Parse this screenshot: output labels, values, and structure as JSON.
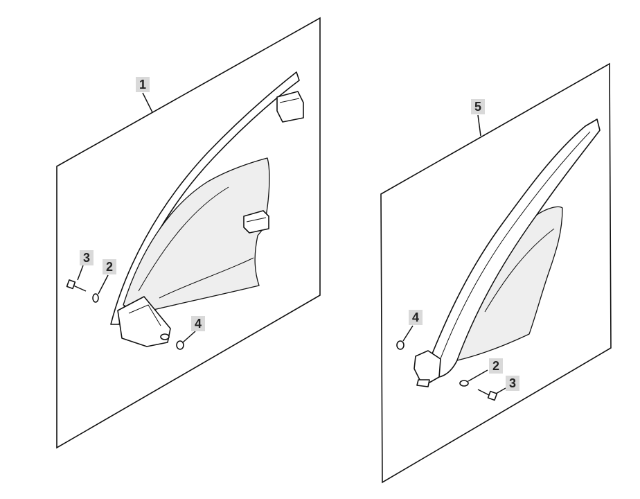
{
  "callouts": {
    "panel_left_part": "1",
    "panel_left_washer": "2",
    "panel_left_bolt": "3",
    "panel_left_nut": "4",
    "panel_right_part": "5",
    "panel_right_nut": "4",
    "panel_right_washer": "2",
    "panel_right_bolt": "3"
  },
  "colors": {
    "callout_background": "#d9d9d9",
    "line": "#111111",
    "shade": "#eeeeee"
  }
}
